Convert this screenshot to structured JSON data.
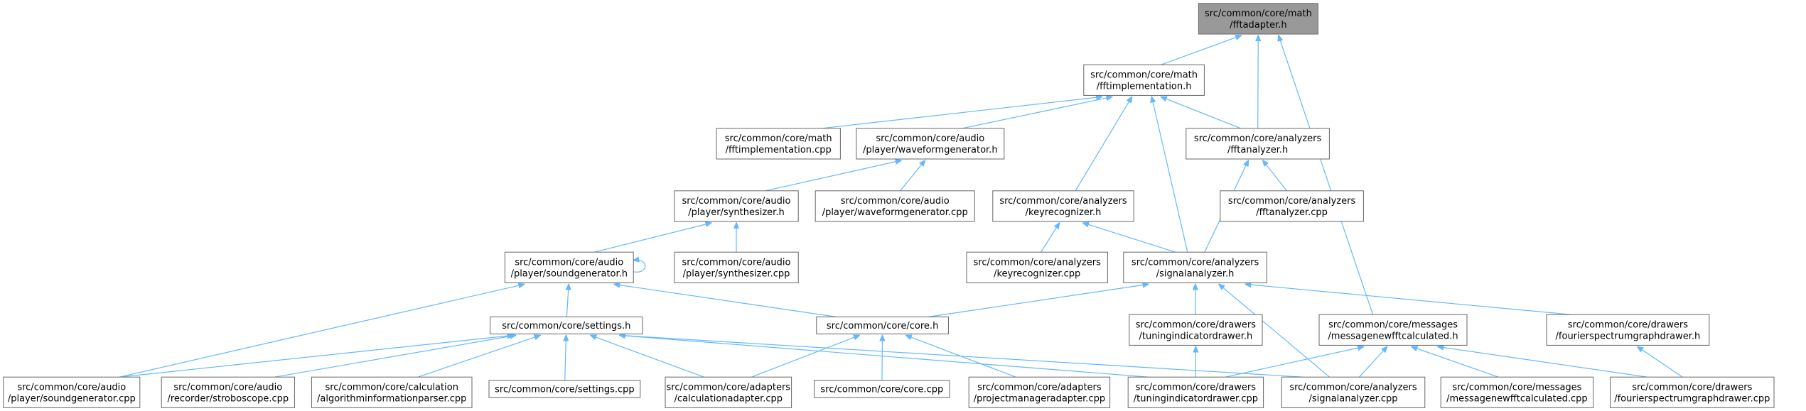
{
  "graph": {
    "nodes": [
      {
        "id": "n0",
        "lines": [
          "src/common/core/math",
          "/fftadapter.h"
        ],
        "root": true
      },
      {
        "id": "n1",
        "lines": [
          "src/common/core/math",
          "/fftimplementation.h"
        ]
      },
      {
        "id": "n2",
        "lines": [
          "src/common/core/math",
          "/fftimplementation.cpp"
        ]
      },
      {
        "id": "n3",
        "lines": [
          "src/common/core/audio",
          "/player/waveformgenerator.h"
        ]
      },
      {
        "id": "n4",
        "lines": [
          "src/common/core/analyzers",
          "/fftanalyzer.h"
        ]
      },
      {
        "id": "n5",
        "lines": [
          "src/common/core/audio",
          "/player/synthesizer.h"
        ]
      },
      {
        "id": "n6",
        "lines": [
          "src/common/core/audio",
          "/player/waveformgenerator.cpp"
        ]
      },
      {
        "id": "n7",
        "lines": [
          "src/common/core/analyzers",
          "/keyrecognizer.h"
        ]
      },
      {
        "id": "n8",
        "lines": [
          "src/common/core/analyzers",
          "/fftanalyzer.cpp"
        ]
      },
      {
        "id": "n9",
        "lines": [
          "src/common/core/audio",
          "/player/soundgenerator.h"
        ]
      },
      {
        "id": "n10",
        "lines": [
          "src/common/core/audio",
          "/player/synthesizer.cpp"
        ]
      },
      {
        "id": "n11",
        "lines": [
          "src/common/core/analyzers",
          "/keyrecognizer.cpp"
        ]
      },
      {
        "id": "n12",
        "lines": [
          "src/common/core/analyzers",
          "/signalanalyzer.h"
        ]
      },
      {
        "id": "n13",
        "lines": [
          "src/common/core/settings.h"
        ]
      },
      {
        "id": "n14",
        "lines": [
          "src/common/core/core.h"
        ]
      },
      {
        "id": "n15",
        "lines": [
          "src/common/core/drawers",
          "/tuningindicatordrawer.h"
        ]
      },
      {
        "id": "n16",
        "lines": [
          "src/common/core/messages",
          "/messagenewfftcalculated.h"
        ]
      },
      {
        "id": "n17",
        "lines": [
          "src/common/core/drawers",
          "/fourierspectrumgraphdrawer.h"
        ]
      },
      {
        "id": "n18",
        "lines": [
          "src/common/core/audio",
          "/player/soundgenerator.cpp"
        ]
      },
      {
        "id": "n19",
        "lines": [
          "src/common/core/audio",
          "/recorder/stroboscope.cpp"
        ]
      },
      {
        "id": "n20",
        "lines": [
          "src/common/core/calculation",
          "/algorithminformationparser.cpp"
        ]
      },
      {
        "id": "n21",
        "lines": [
          "src/common/core/settings.cpp"
        ]
      },
      {
        "id": "n22",
        "lines": [
          "src/common/core/adapters",
          "/calculationadapter.cpp"
        ]
      },
      {
        "id": "n23",
        "lines": [
          "src/common/core/core.cpp"
        ]
      },
      {
        "id": "n24",
        "lines": [
          "src/common/core/adapters",
          "/projectmanageradapter.cpp"
        ]
      },
      {
        "id": "n25",
        "lines": [
          "src/common/core/drawers",
          "/tuningindicatordrawer.cpp"
        ]
      },
      {
        "id": "n26",
        "lines": [
          "src/common/core/analyzers",
          "/signalanalyzer.cpp"
        ]
      },
      {
        "id": "n27",
        "lines": [
          "src/common/core/messages",
          "/messagenewfftcalculated.cpp"
        ]
      },
      {
        "id": "n28",
        "lines": [
          "src/common/core/drawers",
          "/fourierspectrumgraphdrawer.cpp"
        ]
      }
    ],
    "edges": [
      [
        "n1",
        "n0"
      ],
      [
        "n4",
        "n0"
      ],
      [
        "n16",
        "n0"
      ],
      [
        "n2",
        "n1"
      ],
      [
        "n3",
        "n1"
      ],
      [
        "n4",
        "n1"
      ],
      [
        "n7",
        "n1"
      ],
      [
        "n12",
        "n1"
      ],
      [
        "n5",
        "n3"
      ],
      [
        "n6",
        "n3"
      ],
      [
        "n8",
        "n4"
      ],
      [
        "n12",
        "n4"
      ],
      [
        "n9",
        "n5"
      ],
      [
        "n10",
        "n5"
      ],
      [
        "n11",
        "n7"
      ],
      [
        "n12",
        "n7"
      ],
      [
        "n9",
        "n9"
      ],
      [
        "n13",
        "n9"
      ],
      [
        "n14",
        "n9"
      ],
      [
        "n18",
        "n9"
      ],
      [
        "n14",
        "n12"
      ],
      [
        "n15",
        "n12"
      ],
      [
        "n17",
        "n12"
      ],
      [
        "n26",
        "n12"
      ],
      [
        "n18",
        "n13"
      ],
      [
        "n19",
        "n13"
      ],
      [
        "n20",
        "n13"
      ],
      [
        "n21",
        "n13"
      ],
      [
        "n22",
        "n13"
      ],
      [
        "n25",
        "n13"
      ],
      [
        "n26",
        "n13"
      ],
      [
        "n22",
        "n14"
      ],
      [
        "n23",
        "n14"
      ],
      [
        "n24",
        "n14"
      ],
      [
        "n25",
        "n15"
      ],
      [
        "n25",
        "n16"
      ],
      [
        "n26",
        "n16"
      ],
      [
        "n27",
        "n16"
      ],
      [
        "n28",
        "n16"
      ],
      [
        "n28",
        "n17"
      ]
    ],
    "colors": {
      "edge": "#63b8ff",
      "root_fill": "#999999",
      "node_border": "#666666"
    }
  }
}
